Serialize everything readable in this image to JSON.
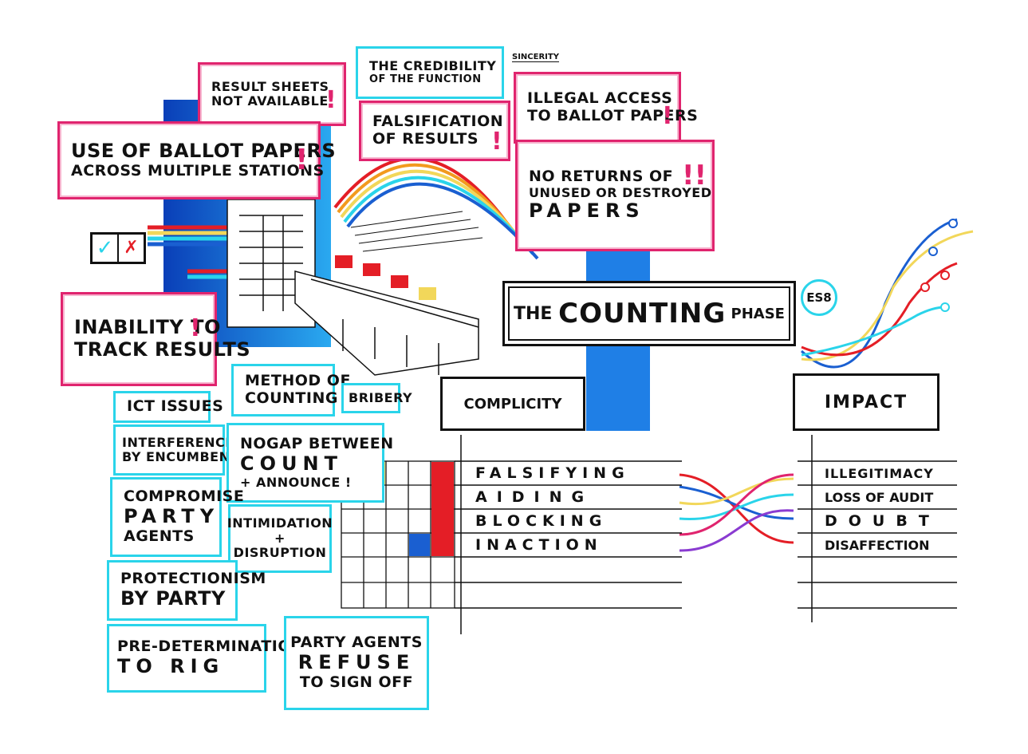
{
  "title": {
    "pre": "THE ",
    "main": "COUNTING",
    "post": " PHASE"
  },
  "badge": "ES8",
  "sincerity": "SINCERITY",
  "pink_boxes": {
    "result_sheets": [
      "RESULT SHEETS",
      "NOT AVAILABLE"
    ],
    "credibility": [
      "THE CREDIBILITY",
      "of the FUNCTION"
    ],
    "falsification": [
      "FALSIFICATION",
      "of RESULTS"
    ],
    "illegal_access": [
      "ILLEGAL ACCESS",
      "TO BALLOT PAPERS"
    ],
    "ballot_papers": [
      "USE OF BALLOT PAPERS",
      "ACROSS MULTIPLE STATIONS"
    ],
    "no_returns": [
      "NO RETURNS OF",
      "UNUSED or DESTROYED",
      "PAPERS"
    ],
    "inability": [
      "INABILITY TO",
      "TRACK RESULTS"
    ]
  },
  "cyan_boxes": {
    "method": [
      "METHOD OF",
      "COUNTING"
    ],
    "bribery": [
      "BRIBERY"
    ],
    "ict": [
      "ICT ISSUES"
    ],
    "interference": [
      "INTERFERENCE",
      "BY ENCUMBENT"
    ],
    "nogap": [
      "NOGAP BETWEEN",
      "COUNT",
      "+ ANNOUNCE !"
    ],
    "compromise": [
      "COMPROMISE",
      "PARTY",
      "AGENTS"
    ],
    "intimidation": [
      "INTIMIDATION",
      "+",
      "DISRUPTION"
    ],
    "protectionism": [
      "PROTECTIONISM",
      "BY PARTY"
    ],
    "predetermination": [
      "PRE-DETERMINATION",
      "TO RIG"
    ],
    "party_agents": [
      "PARTY AGENTS",
      "REFUSE",
      "TO SIGN OFF"
    ]
  },
  "checkbox": {
    "check": "✓",
    "cross": "✗"
  },
  "complicity": {
    "header": "COMPLICITY",
    "items": [
      "FALSIFYING",
      "AIDING",
      "BLOCKING",
      "INACTION"
    ]
  },
  "impact": {
    "header": "IMPACT",
    "items": [
      "ILLEGITIMACY",
      "LOSS OF AUDIT",
      "DOUBT",
      "DISAFFECTION"
    ]
  },
  "colors": {
    "pink": "#e0246e",
    "cyan": "#2ad4ea",
    "blue": "#1a5fd1",
    "red": "#e41e26",
    "yellow": "#f2d75a"
  }
}
